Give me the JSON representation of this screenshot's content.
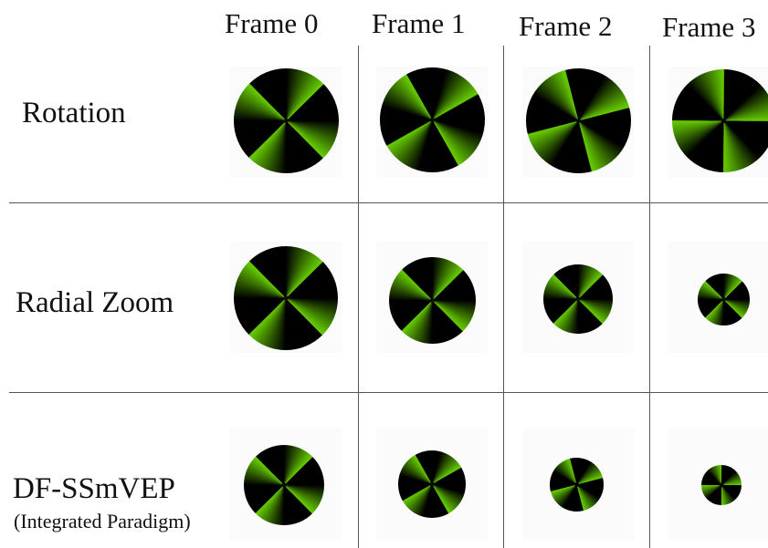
{
  "columns": [
    "Frame 0",
    "Frame 1",
    "Frame 2",
    "Frame 3"
  ],
  "rows": [
    {
      "label": "Rotation"
    },
    {
      "label": "Radial Zoom"
    },
    {
      "label": "DF-SSmVEP",
      "sublabel": "(Integrated Paradigm)"
    }
  ],
  "colors": {
    "green": "#66cc00",
    "black": "#000000",
    "grid_line": "#555555"
  }
}
